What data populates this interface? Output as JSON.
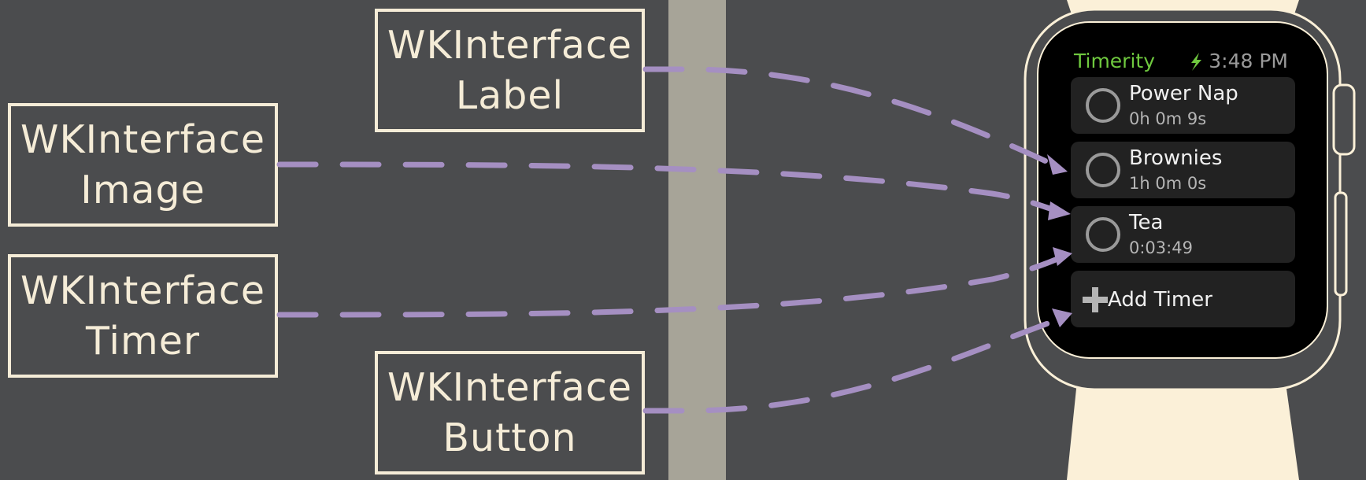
{
  "callouts": [
    {
      "id": "label",
      "line1": "WKInterface",
      "line2": "Label"
    },
    {
      "id": "image",
      "line1": "WKInterface",
      "line2": "Image"
    },
    {
      "id": "timer",
      "line1": "WKInterface",
      "line2": "Timer"
    },
    {
      "id": "button",
      "line1": "WKInterface",
      "line2": "Button"
    }
  ],
  "watch": {
    "app_title": "Timerity",
    "status_icon": "lightning-bolt-icon",
    "clock": "3:48 PM",
    "rows": [
      {
        "icon": "circle-icon",
        "name": "Power Nap",
        "time": "0h 0m 9s"
      },
      {
        "icon": "circle-icon",
        "name": "Brownies",
        "time": "1h 0m 0s"
      },
      {
        "icon": "circle-icon",
        "name": "Tea",
        "time": "0:03:49"
      }
    ],
    "add_button": {
      "icon": "plus-icon",
      "label": "Add Timer"
    }
  },
  "colors": {
    "background": "#4b4c4e",
    "box_border": "#f5ecd7",
    "connector": "#a58fc2",
    "divider": "#a7a498",
    "watch_body": "#fbf0d8",
    "app_title": "#6fc93f",
    "screen": "#000000",
    "row_bg": "#222222"
  }
}
